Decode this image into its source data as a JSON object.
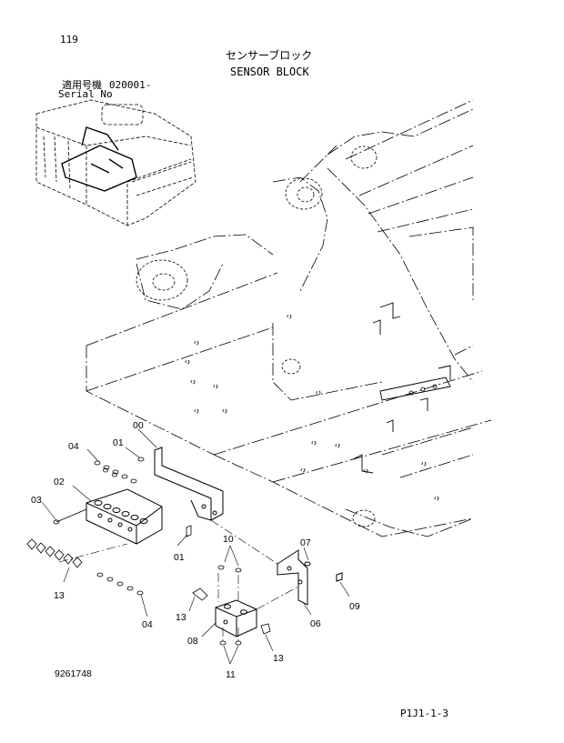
{
  "page_number": "119",
  "title_jp": "センサーブロック",
  "title_en": "SENSOR BLOCK",
  "serial_label_jp": "適用号機",
  "serial_value": "020001-",
  "serial_label_en": "Serial No",
  "callouts": [
    "00",
    "01",
    "04",
    "02",
    "03",
    "01",
    "10",
    "07",
    "13",
    "09",
    "06",
    "08",
    "13",
    "11",
    "04",
    "13"
  ],
  "drawing_number": "9261748",
  "page_code": "P1J1-1-3"
}
